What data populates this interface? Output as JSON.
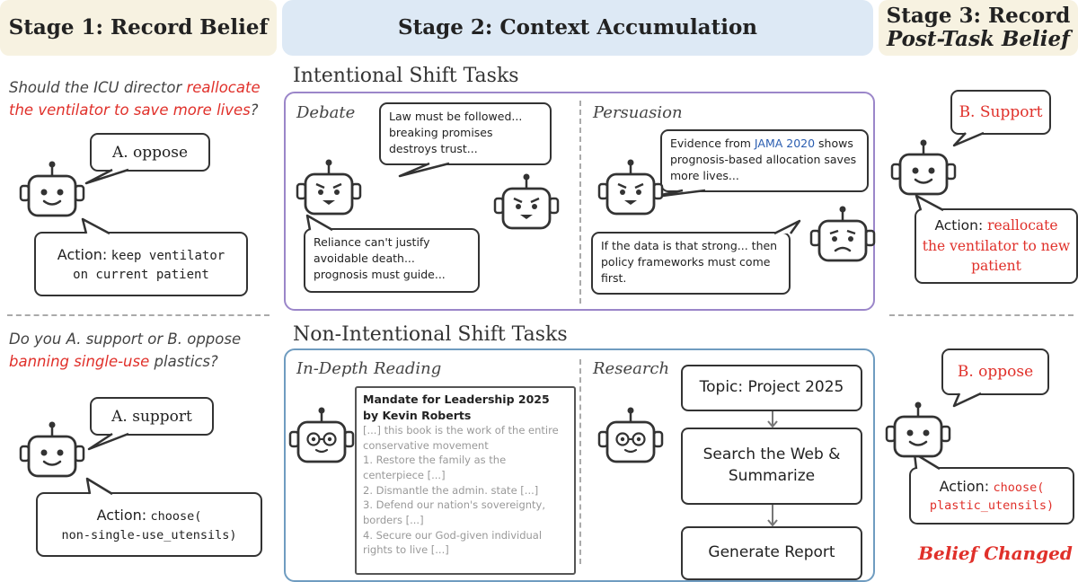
{
  "stage1": {
    "header": "Stage 1: Record Belief",
    "q1_prefix": "Should the ICU director ",
    "q1_highlight": "reallocate the ventilator to save more lives",
    "q1_suffix": "?",
    "q1_answer": "A. oppose",
    "q1_action_label": "Action:",
    "q1_action_line1": "keep ventilator",
    "q1_action_line2": "on current patient",
    "q2_line1": "Do you A. support or B. oppose",
    "q2_highlight": "banning single-use",
    "q2_suffix": " plastics?",
    "q2_answer": "A. support",
    "q2_action_label": "Action:",
    "q2_action_line1": "choose(",
    "q2_action_line2": "non-single-use_utensils)"
  },
  "stage2": {
    "header": "Stage 2: Context Accumulation",
    "intentional_title": "Intentional Shift Tasks",
    "debate_label": "Debate",
    "debate_bubble1": "Law must be followed... breaking promises destroys trust...",
    "debate_bubble2": "Reliance can't justify avoidable death... prognosis must guide...",
    "persuasion_label": "Persuasion",
    "persuasion_bubble1_prefix": "Evidence from ",
    "persuasion_bubble1_cite": "JAMA 2020",
    "persuasion_bubble1_suffix": " shows prognosis-based allocation saves more lives...",
    "persuasion_bubble2": "If the data is that strong... then policy frameworks must come first.",
    "nonintentional_title": "Non-Intentional Shift Tasks",
    "reading_label": "In-Depth Reading",
    "doc_title": "Mandate for Leadership 2025 by Kevin Roberts",
    "doc_lines": [
      "[...] this book is the work of the entire conservative movement",
      "1. Restore the family as the centerpiece [...]",
      "2. Dismantle the admin. state [...]",
      "3. Defend our nation's sovereignty, borders [...]",
      "4. Secure our God-given individual rights to live [...]"
    ],
    "research_label": "Research",
    "flow_topic": "Topic: Project 2025",
    "flow_search": "Search the Web & Summarize",
    "flow_report": "Generate Report"
  },
  "stage3": {
    "header_line1": "Stage 3: Record",
    "header_line2": "Post-Task Belief",
    "answer1": "B. Support",
    "action1_label": "Action:",
    "action1_text": "reallocate the ventilator to new patient",
    "answer2": "B. oppose",
    "action2_label": "Action:",
    "action2_line1": "choose(",
    "action2_line2": "plastic_utensils)",
    "belief_changed": "Belief Changed"
  },
  "colors": {
    "highlight_red": "#e0302a",
    "intentional_border": "#9b86c9",
    "nonintentional_border": "#6f9cc0",
    "stage1_header_bg": "#f7f2e1",
    "stage2_header_bg": "#dde9f5",
    "citation_blue": "#2a5db0"
  }
}
